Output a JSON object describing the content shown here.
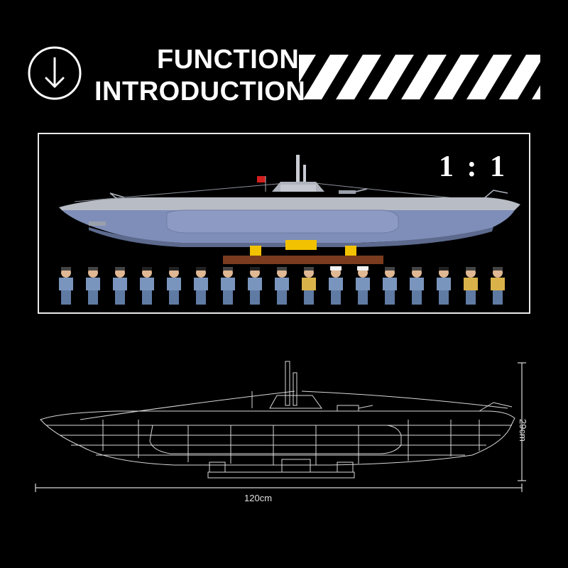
{
  "header": {
    "title_line1": "FUNCTION",
    "title_line2": "INTRODUCTION",
    "icon": "arrow-down-circle-icon"
  },
  "panel": {
    "scale_label": "1 : 1",
    "figure_count": 17
  },
  "blueprint": {
    "width_label": "120cm",
    "height_label": "29cm"
  },
  "colors": {
    "background": "#000000",
    "hull": "#7e8eb8",
    "hull_dark": "#5d6a8e",
    "deck": "#b8bcc4",
    "stand": "#7a3b1e",
    "stand_gold": "#f2c200"
  }
}
